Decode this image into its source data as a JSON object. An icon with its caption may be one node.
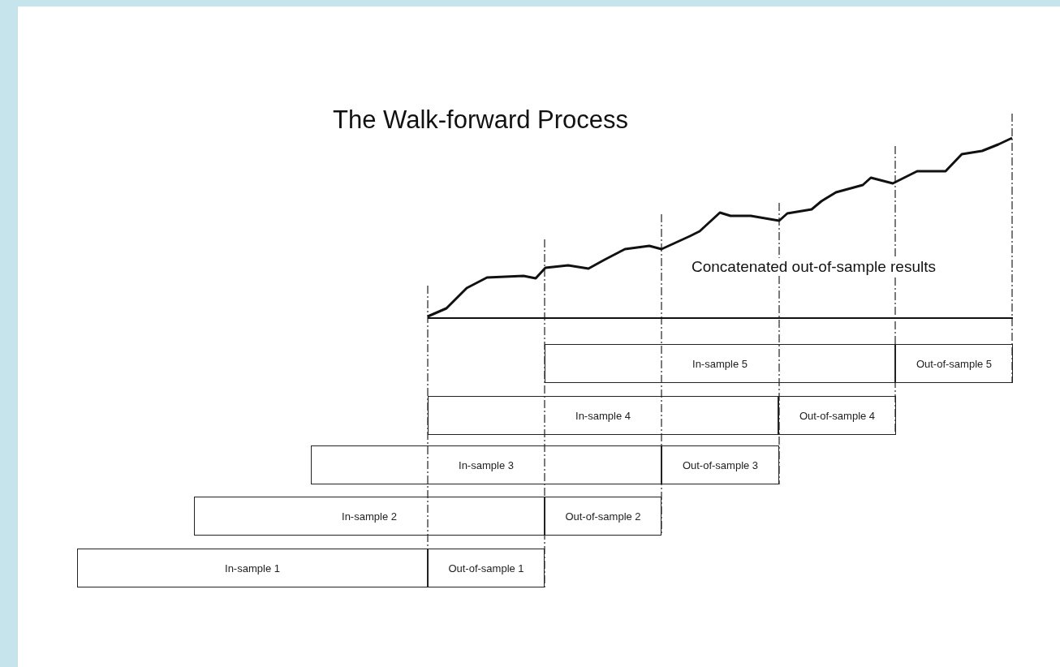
{
  "diagram": {
    "title": "The Walk-forward Process",
    "nodes": [
      {
        "text": [
          "In-sample 5"
        ]
      },
      {
        "text": [
          "Out-of-sample 5"
        ]
      },
      {
        "text": [
          "In-sample 4"
        ]
      },
      {
        "text": [
          "Out-of-sample 4"
        ]
      },
      {
        "text": [
          "In-sample 3"
        ]
      },
      {
        "text": [
          "Out-of-sample 3"
        ]
      },
      {
        "text": [
          "In-sample 2"
        ]
      },
      {
        "text": [
          "Out-of-sample 2"
        ]
      },
      {
        "text": [
          "In-sample 1"
        ]
      },
      {
        "text": [
          "Out-of-sample 1"
        ]
      }
    ],
    "edges": [],
    "labels": [
      "Concatenated out-of-sample results"
    ]
  }
}
